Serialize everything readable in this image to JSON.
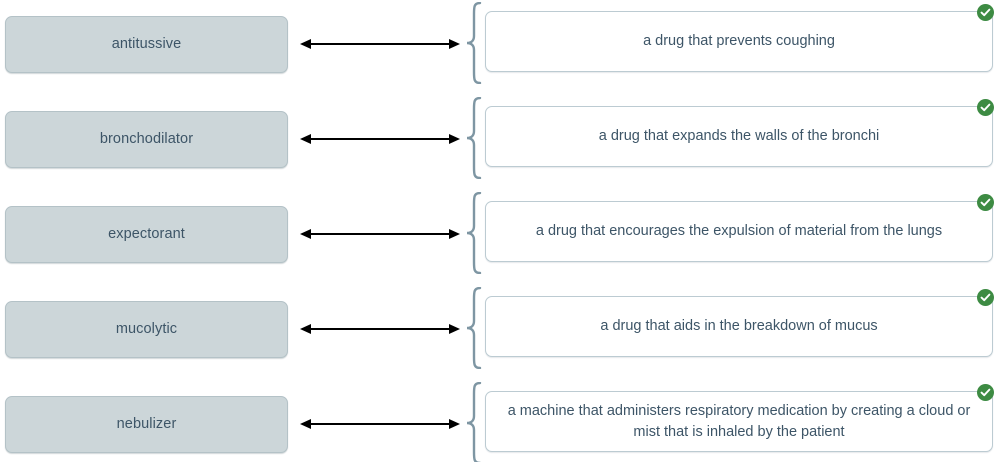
{
  "activity": {
    "type": "matching-exercise",
    "accent_color": "#3d8b43",
    "tile_color": "#ccd6d9",
    "text_color": "#3d5567",
    "card_border_color": "#bccbd2",
    "brace_color": "#7e96a3",
    "arrow_color": "#000000"
  },
  "icons": {
    "check": "check-icon",
    "brace": "curly-brace-icon",
    "arrow": "double-arrow-icon"
  },
  "matches": [
    {
      "term": "antitussive",
      "definition": "a drug that prevents coughing",
      "status": "correct"
    },
    {
      "term": "bronchodilator",
      "definition": "a drug that expands the walls of the bronchi",
      "status": "correct"
    },
    {
      "term": "expectorant",
      "definition": "a drug that encourages the expulsion of material from the lungs",
      "status": "correct"
    },
    {
      "term": "mucolytic",
      "definition": "a drug that aids in the breakdown of mucus",
      "status": "correct"
    },
    {
      "term": "nebulizer",
      "definition": "a machine that administers respiratory medication by creating a cloud or mist that is inhaled by the patient",
      "status": "correct"
    }
  ]
}
